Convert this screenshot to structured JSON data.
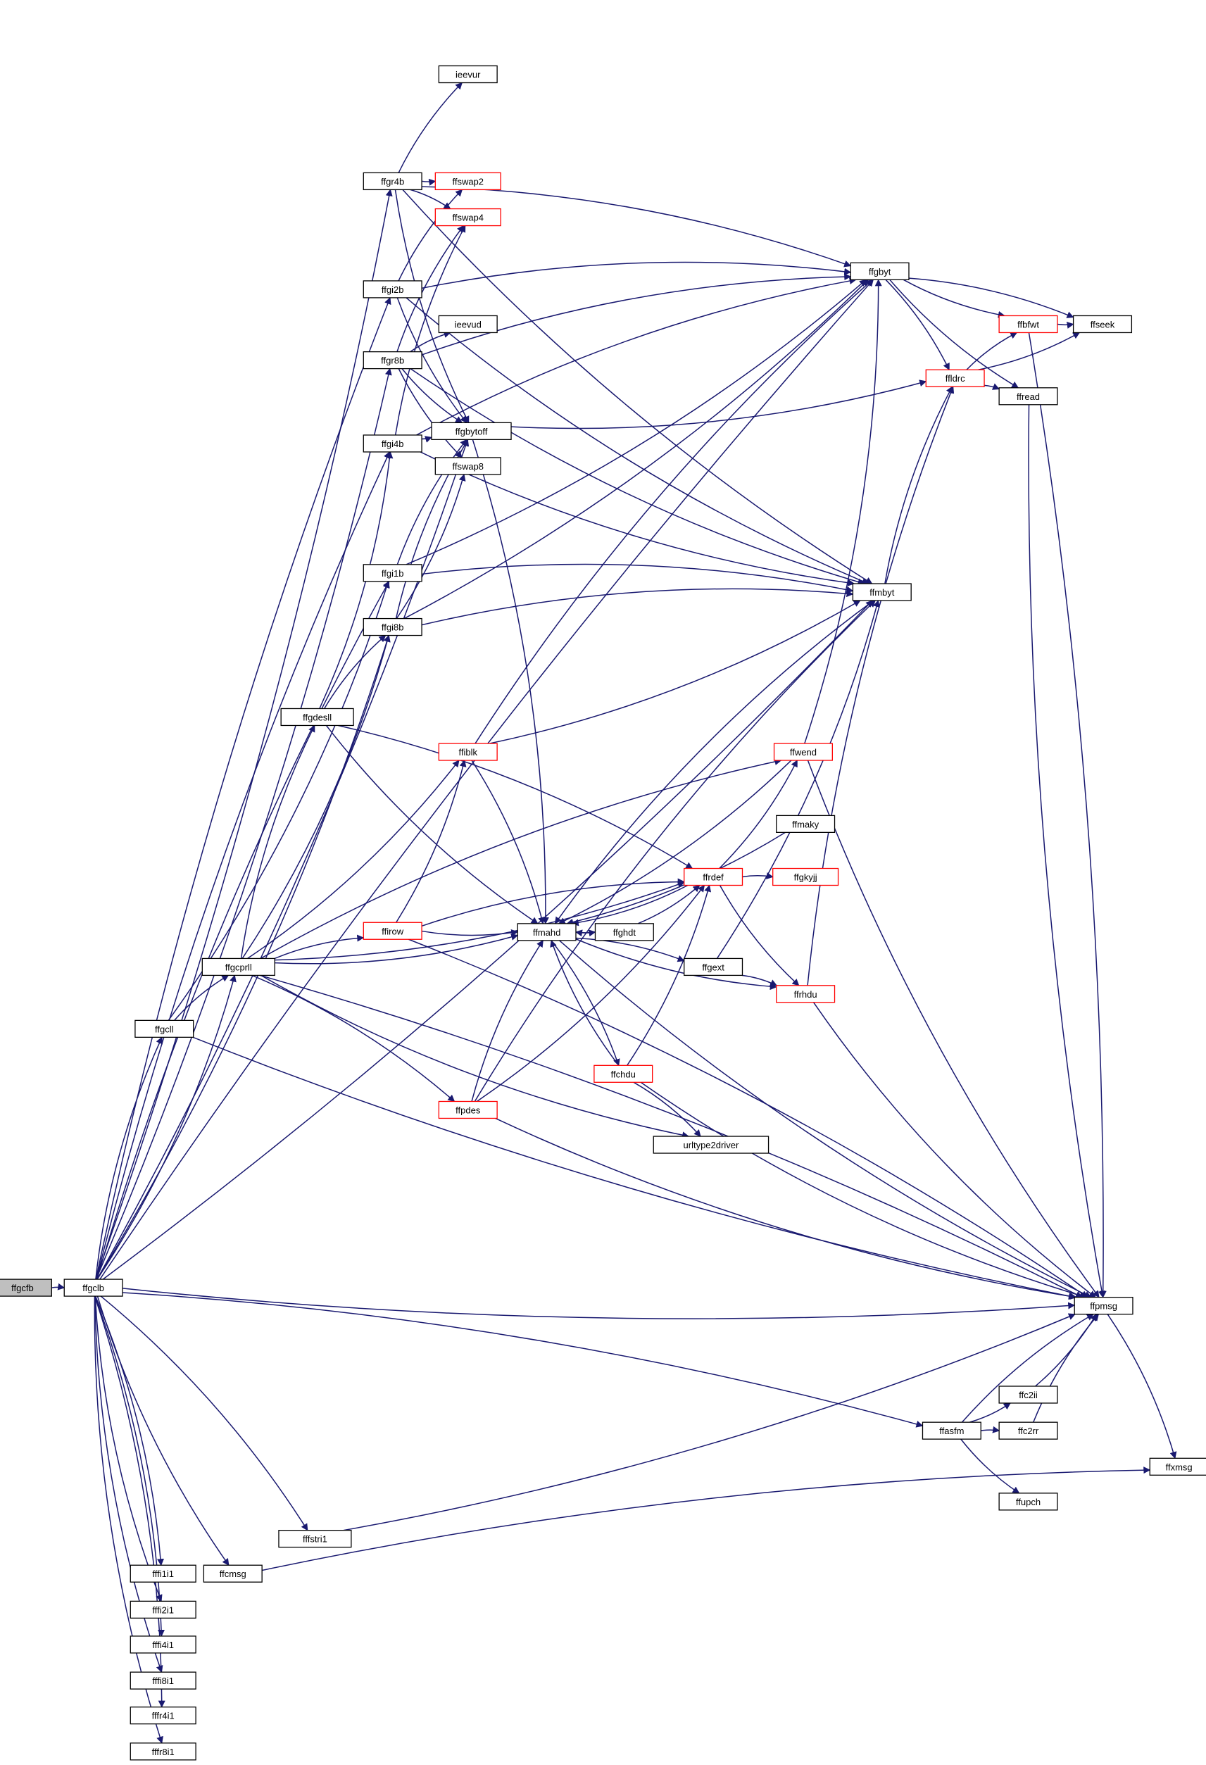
{
  "nodes": [
    {
      "id": "ffgcfb",
      "label": "ffgcfb",
      "style": "root"
    },
    {
      "id": "ffgclb",
      "label": "ffgclb",
      "style": "normal"
    },
    {
      "id": "ffgr4b",
      "label": "ffgr4b",
      "style": "normal"
    },
    {
      "id": "ieevur",
      "label": "ieevur",
      "style": "normal"
    },
    {
      "id": "ffswap2",
      "label": "ffswap2",
      "style": "red"
    },
    {
      "id": "ffswap4",
      "label": "ffswap4",
      "style": "red"
    },
    {
      "id": "ffgi2b",
      "label": "ffgi2b",
      "style": "normal"
    },
    {
      "id": "ieevud",
      "label": "ieevud",
      "style": "normal"
    },
    {
      "id": "ffgr8b",
      "label": "ffgr8b",
      "style": "normal"
    },
    {
      "id": "ffgbytoff",
      "label": "ffgbytoff",
      "style": "normal"
    },
    {
      "id": "ffgi4b",
      "label": "ffgi4b",
      "style": "normal"
    },
    {
      "id": "ffswap8",
      "label": "ffswap8",
      "style": "normal"
    },
    {
      "id": "ffgi1b",
      "label": "ffgi1b",
      "style": "normal"
    },
    {
      "id": "ffgi8b",
      "label": "ffgi8b",
      "style": "normal"
    },
    {
      "id": "ffgdesll",
      "label": "ffgdesll",
      "style": "normal"
    },
    {
      "id": "ffiblk",
      "label": "ffiblk",
      "style": "red"
    },
    {
      "id": "ffgcprll",
      "label": "ffgcprll",
      "style": "normal"
    },
    {
      "id": "ffgcll",
      "label": "ffgcll",
      "style": "normal"
    },
    {
      "id": "ffirow",
      "label": "ffirow",
      "style": "red"
    },
    {
      "id": "ffmahd",
      "label": "ffmahd",
      "style": "normal"
    },
    {
      "id": "ffghdt",
      "label": "ffghdt",
      "style": "normal"
    },
    {
      "id": "ffpdes",
      "label": "ffpdes",
      "style": "red"
    },
    {
      "id": "ffchdu",
      "label": "ffchdu",
      "style": "red"
    },
    {
      "id": "urltype2driver",
      "label": "urltype2driver",
      "style": "normal"
    },
    {
      "id": "ffgext",
      "label": "ffgext",
      "style": "normal"
    },
    {
      "id": "ffrdef",
      "label": "ffrdef",
      "style": "red"
    },
    {
      "id": "ffmaky",
      "label": "ffmaky",
      "style": "normal"
    },
    {
      "id": "ffgkyjj",
      "label": "ffgkyjj",
      "style": "red"
    },
    {
      "id": "ffwend",
      "label": "ffwend",
      "style": "red"
    },
    {
      "id": "ffrhdu",
      "label": "ffrhdu",
      "style": "red"
    },
    {
      "id": "ffgbyt",
      "label": "ffgbyt",
      "style": "normal"
    },
    {
      "id": "ffmbyt",
      "label": "ffmbyt",
      "style": "normal"
    },
    {
      "id": "ffldrc",
      "label": "ffldrc",
      "style": "red"
    },
    {
      "id": "ffbfwt",
      "label": "ffbfwt",
      "style": "red"
    },
    {
      "id": "ffseek",
      "label": "ffseek",
      "style": "normal"
    },
    {
      "id": "ffread",
      "label": "ffread",
      "style": "normal"
    },
    {
      "id": "ffpmsg",
      "label": "ffpmsg",
      "style": "normal"
    },
    {
      "id": "ffxmsg",
      "label": "ffxmsg",
      "style": "normal"
    },
    {
      "id": "ffasfm",
      "label": "ffasfm",
      "style": "normal"
    },
    {
      "id": "ffc2ii",
      "label": "ffc2ii",
      "style": "normal"
    },
    {
      "id": "ffc2rr",
      "label": "ffc2rr",
      "style": "normal"
    },
    {
      "id": "ffupch",
      "label": "ffupch",
      "style": "normal"
    },
    {
      "id": "fffstri1",
      "label": "fffstri1",
      "style": "normal"
    },
    {
      "id": "ffcmsg",
      "label": "ffcmsg",
      "style": "normal"
    },
    {
      "id": "fffi1i1",
      "label": "fffi1i1",
      "style": "normal"
    },
    {
      "id": "fffi2i1",
      "label": "fffi2i1",
      "style": "normal"
    },
    {
      "id": "fffi4i1",
      "label": "fffi4i1",
      "style": "normal"
    },
    {
      "id": "fffi8i1",
      "label": "fffi8i1",
      "style": "normal"
    },
    {
      "id": "fffr4i1",
      "label": "fffr4i1",
      "style": "normal"
    },
    {
      "id": "fffr8i1",
      "label": "fffr8i1",
      "style": "normal"
    }
  ],
  "edges": [
    [
      "ffgcfb",
      "ffgclb"
    ],
    [
      "ffgclb",
      "ffgr4b"
    ],
    [
      "ffgclb",
      "ffgi2b"
    ],
    [
      "ffgclb",
      "ffgr8b"
    ],
    [
      "ffgclb",
      "ffgi4b"
    ],
    [
      "ffgclb",
      "ffgbytoff"
    ],
    [
      "ffgclb",
      "ffgi1b"
    ],
    [
      "ffgclb",
      "ffgi8b"
    ],
    [
      "ffgclb",
      "ffgcll"
    ],
    [
      "ffgclb",
      "ffgcprll"
    ],
    [
      "ffgclb",
      "ffgbyt"
    ],
    [
      "ffgclb",
      "ffmbyt"
    ],
    [
      "ffgclb",
      "ffasfm"
    ],
    [
      "ffgclb",
      "ffpmsg"
    ],
    [
      "ffgclb",
      "fffstri1"
    ],
    [
      "ffgclb",
      "ffcmsg"
    ],
    [
      "ffgclb",
      "fffi1i1"
    ],
    [
      "ffgclb",
      "fffi2i1"
    ],
    [
      "ffgclb",
      "fffi4i1"
    ],
    [
      "ffgclb",
      "fffi8i1"
    ],
    [
      "ffgclb",
      "fffr4i1"
    ],
    [
      "ffgclb",
      "fffr8i1"
    ],
    [
      "ffgr4b",
      "ieevur"
    ],
    [
      "ffgr4b",
      "ffswap2"
    ],
    [
      "ffgr4b",
      "ffswap4"
    ],
    [
      "ffgr4b",
      "ffgbytoff"
    ],
    [
      "ffgr4b",
      "ffgbyt"
    ],
    [
      "ffgr4b",
      "ffmbyt"
    ],
    [
      "ffgi2b",
      "ffswap2"
    ],
    [
      "ffgi2b",
      "ffgbytoff"
    ],
    [
      "ffgi2b",
      "ffgbyt"
    ],
    [
      "ffgi2b",
      "ffmbyt"
    ],
    [
      "ffgr8b",
      "ieevud"
    ],
    [
      "ffgr8b",
      "ffswap8"
    ],
    [
      "ffgr8b",
      "ffswap4"
    ],
    [
      "ffgr8b",
      "ffgbytoff"
    ],
    [
      "ffgr8b",
      "ffgbyt"
    ],
    [
      "ffgr8b",
      "ffmbyt"
    ],
    [
      "ffgi4b",
      "ffswap4"
    ],
    [
      "ffgi4b",
      "ffgbytoff"
    ],
    [
      "ffgi4b",
      "ffgbyt"
    ],
    [
      "ffgi4b",
      "ffmbyt"
    ],
    [
      "ffgi1b",
      "ffgbytoff"
    ],
    [
      "ffgi1b",
      "ffgbyt"
    ],
    [
      "ffgi1b",
      "ffmbyt"
    ],
    [
      "ffgi8b",
      "ffswap8"
    ],
    [
      "ffgi8b",
      "ffgbytoff"
    ],
    [
      "ffgi8b",
      "ffgbyt"
    ],
    [
      "ffgi8b",
      "ffmbyt"
    ],
    [
      "ffgbytoff",
      "ffldrc"
    ],
    [
      "ffgbytoff",
      "ffmahd"
    ],
    [
      "ffgdesll",
      "ffgi4b"
    ],
    [
      "ffgdesll",
      "ffgi8b"
    ],
    [
      "ffgdesll",
      "ffmahd"
    ],
    [
      "ffgdesll",
      "ffrdef"
    ],
    [
      "ffgcll",
      "ffgi1b"
    ],
    [
      "ffgcll",
      "ffgcprll"
    ],
    [
      "ffgcll",
      "ffpmsg"
    ],
    [
      "ffgcprll",
      "ffgdesll"
    ],
    [
      "ffgcprll",
      "ffiblk"
    ],
    [
      "ffgcprll",
      "ffwend"
    ],
    [
      "ffgcprll",
      "ffrdef"
    ],
    [
      "ffgcprll",
      "ffirow"
    ],
    [
      "ffgcprll",
      "ffmahd"
    ],
    [
      "ffgcprll",
      "ffpdes"
    ],
    [
      "ffgcprll",
      "urltype2driver"
    ],
    [
      "ffgcprll",
      "ffpmsg"
    ],
    [
      "ffgcprll",
      "ffgi8b"
    ],
    [
      "ffiblk",
      "ffgbyt"
    ],
    [
      "ffiblk",
      "ffmbyt"
    ],
    [
      "ffiblk",
      "ffmahd"
    ],
    [
      "ffirow",
      "ffiblk"
    ],
    [
      "ffirow",
      "ffrdef"
    ],
    [
      "ffirow",
      "ffmahd"
    ],
    [
      "ffirow",
      "ffpmsg"
    ],
    [
      "ffmahd",
      "ffghdt"
    ],
    [
      "ffmahd",
      "ffgext"
    ],
    [
      "ffmahd",
      "ffrhdu"
    ],
    [
      "ffmahd",
      "ffchdu"
    ],
    [
      "ffmahd",
      "ffpmsg"
    ],
    [
      "ffghdt",
      "ffmahd"
    ],
    [
      "ffghdt",
      "ffrdef"
    ],
    [
      "ffpdes",
      "ffmahd"
    ],
    [
      "ffpdes",
      "ffrdef"
    ],
    [
      "ffpdes",
      "ffmbyt"
    ],
    [
      "ffpdes",
      "ffpmsg"
    ],
    [
      "ffchdu",
      "ffmahd"
    ],
    [
      "ffchdu",
      "ffrdef"
    ],
    [
      "ffchdu",
      "urltype2driver"
    ],
    [
      "ffchdu",
      "ffpmsg"
    ],
    [
      "ffgext",
      "ffrhdu"
    ],
    [
      "ffgext",
      "ffmbyt"
    ],
    [
      "ffrdef",
      "ffmahd"
    ],
    [
      "ffrdef",
      "ffwend"
    ],
    [
      "ffrdef",
      "ffgkyjj"
    ],
    [
      "ffrdef",
      "ffrhdu"
    ],
    [
      "ffmaky",
      "ffmahd"
    ],
    [
      "ffwend",
      "ffgbyt"
    ],
    [
      "ffwend",
      "ffmahd"
    ],
    [
      "ffwend",
      "ffpmsg"
    ],
    [
      "ffrhdu",
      "ffldrc"
    ],
    [
      "ffrhdu",
      "ffpmsg"
    ],
    [
      "ffgbyt",
      "ffldrc"
    ],
    [
      "ffgbyt",
      "ffbfwt"
    ],
    [
      "ffgbyt",
      "ffseek"
    ],
    [
      "ffgbyt",
      "ffread"
    ],
    [
      "ffmbyt",
      "ffldrc"
    ],
    [
      "ffmbyt",
      "ffmahd"
    ],
    [
      "ffldrc",
      "ffbfwt"
    ],
    [
      "ffldrc",
      "ffseek"
    ],
    [
      "ffldrc",
      "ffread"
    ],
    [
      "ffbfwt",
      "ffseek"
    ],
    [
      "ffbfwt",
      "ffpmsg"
    ],
    [
      "ffread",
      "ffpmsg"
    ],
    [
      "ffpmsg",
      "ffxmsg"
    ],
    [
      "ffasfm",
      "ffc2ii"
    ],
    [
      "ffasfm",
      "ffc2rr"
    ],
    [
      "ffasfm",
      "ffupch"
    ],
    [
      "ffasfm",
      "ffpmsg"
    ],
    [
      "ffc2ii",
      "ffpmsg"
    ],
    [
      "ffc2rr",
      "ffpmsg"
    ],
    [
      "fffstri1",
      "ffpmsg"
    ],
    [
      "ffcmsg",
      "ffxmsg"
    ]
  ]
}
